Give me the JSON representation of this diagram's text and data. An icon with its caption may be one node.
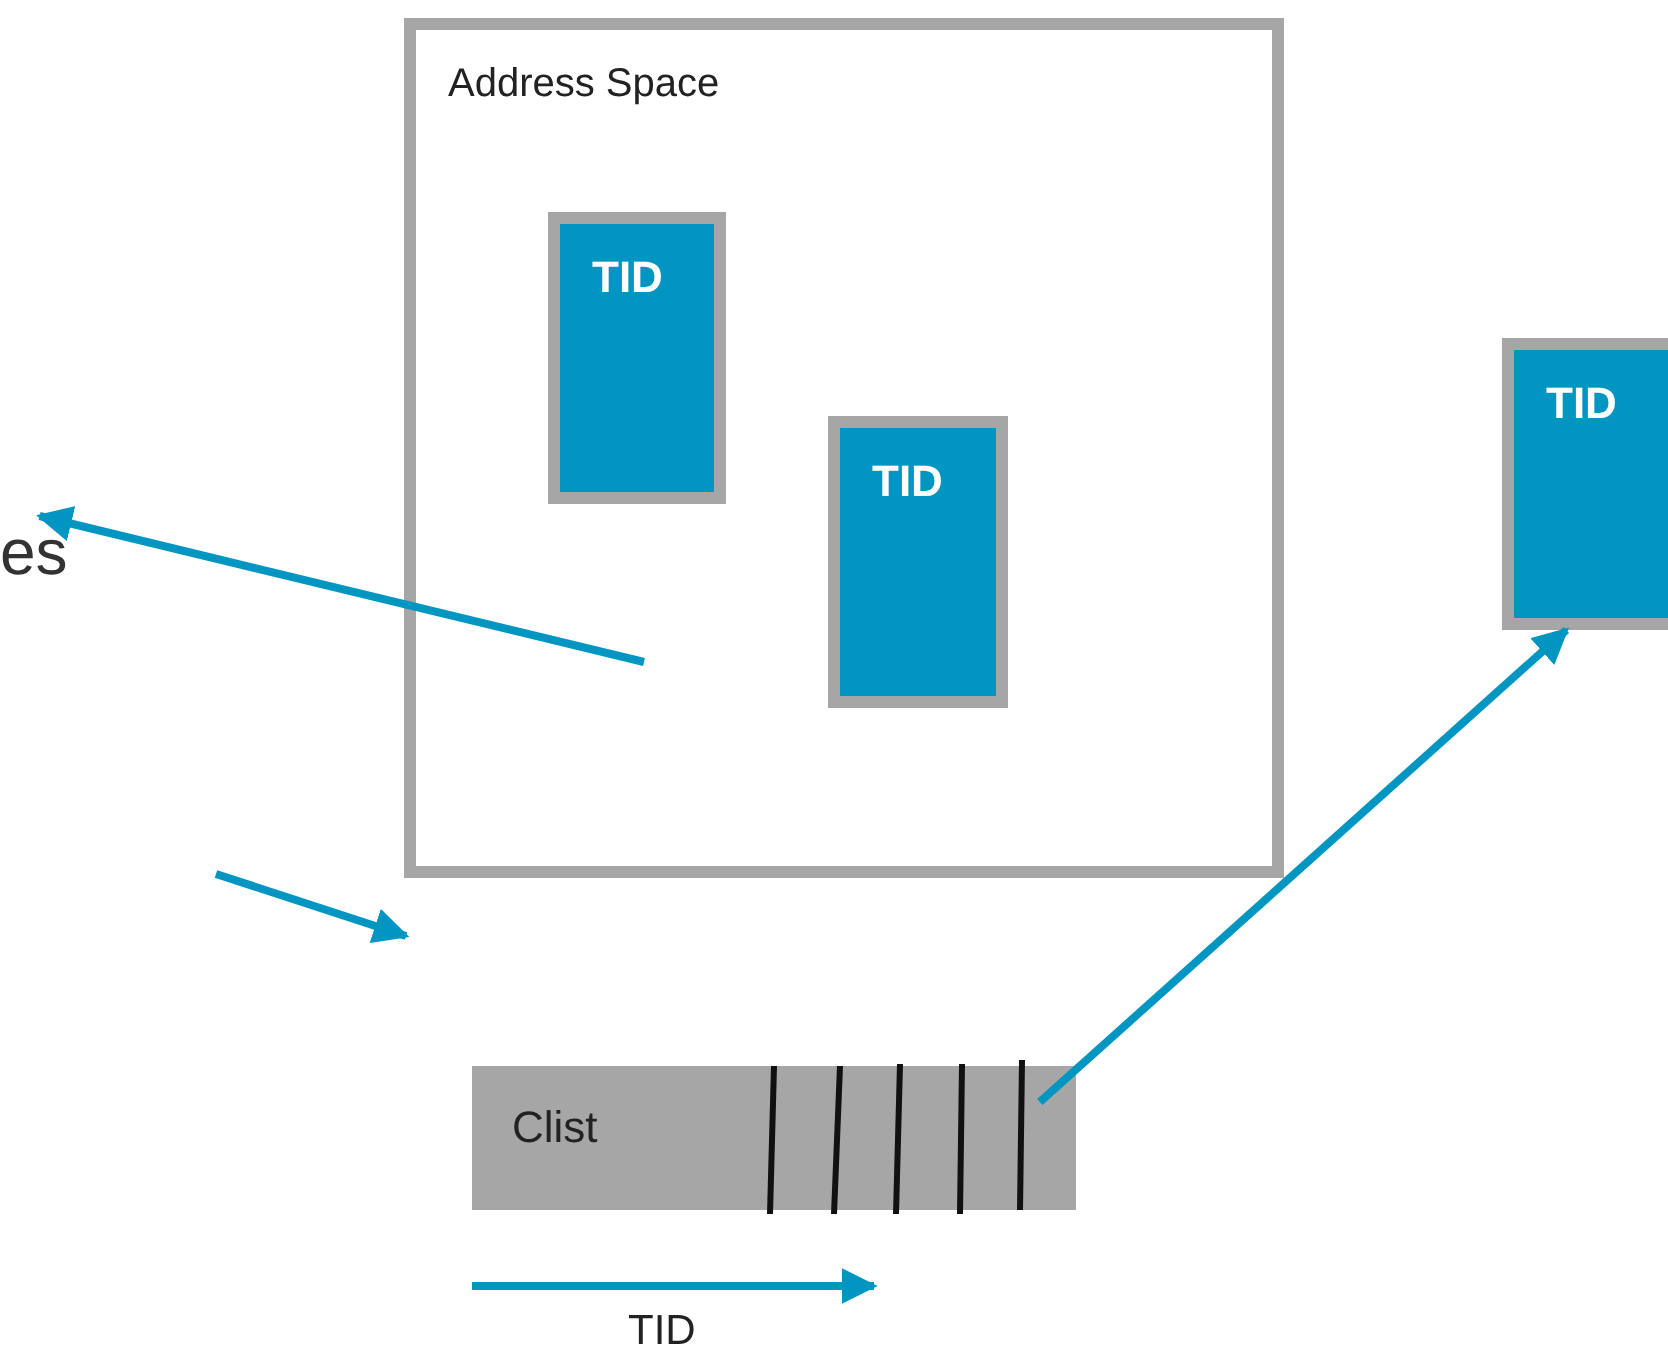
{
  "diagram": {
    "nodes": [
      {
        "text": [
          "Address Space"
        ]
      },
      {
        "text": [
          "TID"
        ],
        "in": 0
      },
      {
        "text": [
          "TID"
        ],
        "in": 0
      },
      {
        "text": [
          "TID"
        ]
      },
      {
        "text": [
          "Clist"
        ]
      },
      {
        "text": [
          "es"
        ]
      }
    ],
    "edges": [
      {
        "from": null,
        "to": 5,
        "arrow": "to"
      },
      {
        "from": 4,
        "to": 3,
        "arrow": "to"
      }
    ],
    "labels": [
      "TID"
    ]
  }
}
